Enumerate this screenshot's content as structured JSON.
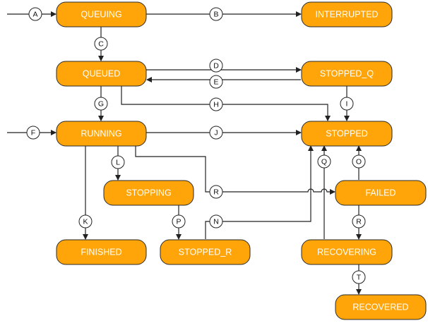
{
  "states": {
    "queuing": "QUEUING",
    "interrupted": "INTERRUPTED",
    "queued": "QUEUED",
    "stopped_q": "STOPPED_Q",
    "running": "RUNNING",
    "stopped": "STOPPED",
    "stopping": "STOPPING",
    "failed": "FAILED",
    "finished": "FINISHED",
    "stopped_r": "STOPPED_R",
    "recovering": "RECOVERING",
    "recovered": "RECOVERED"
  },
  "transitions": {
    "a": "A",
    "b": "B",
    "c": "C",
    "d": "D",
    "e": "E",
    "f": "F",
    "g": "G",
    "h": "H",
    "i": "I",
    "j": "J",
    "k": "K",
    "l": "L",
    "n": "N",
    "o": "O",
    "p": "P",
    "q": "Q",
    "r1": "R",
    "r2": "R",
    "t": "T"
  },
  "colors": {
    "state_fill": "#FFA50A",
    "state_text": "#FFFFFF",
    "line": "#222222"
  }
}
